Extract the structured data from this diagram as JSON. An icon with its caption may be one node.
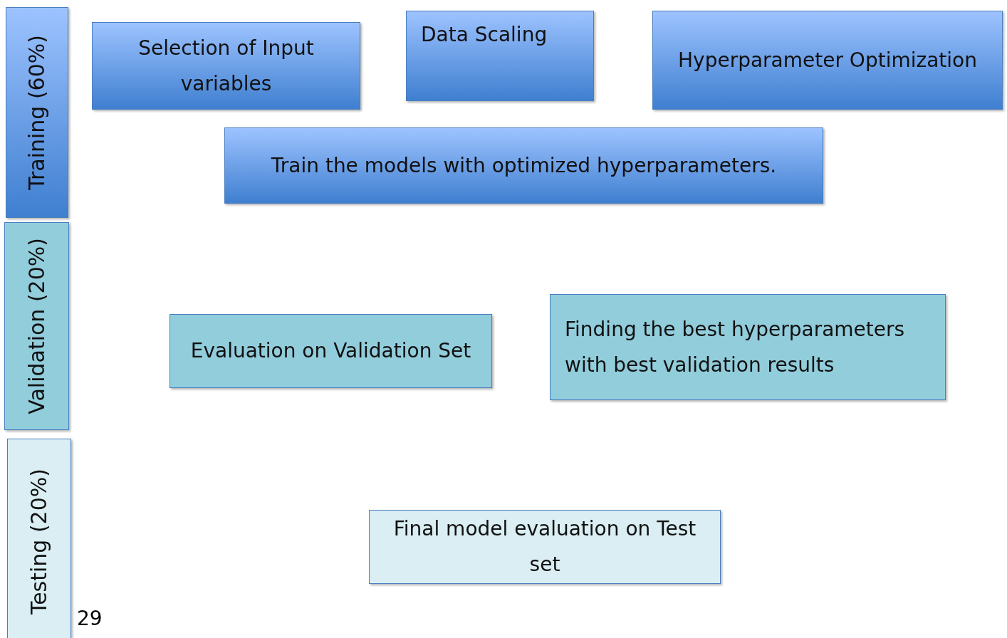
{
  "diagram": {
    "nodes": [
      {
        "text": [
          "Training (60%)"
        ]
      },
      {
        "text": [
          "Selection of Input variables"
        ]
      },
      {
        "text": [
          "Data Scaling"
        ]
      },
      {
        "text": [
          "Hyperparameter Optimization"
        ]
      },
      {
        "text": [
          "Train the models with optimized hyperparameters."
        ]
      },
      {
        "text": [
          "Validation (20%)"
        ]
      },
      {
        "text": [
          "Evaluation on Validation Set"
        ]
      },
      {
        "text": [
          "Finding the best hyperparameters with best validation results"
        ]
      },
      {
        "text": [
          "Testing (20%)"
        ]
      },
      {
        "text": [
          "Final model evaluation on Test set"
        ]
      }
    ],
    "edges": [],
    "labels": [
      "29"
    ]
  }
}
